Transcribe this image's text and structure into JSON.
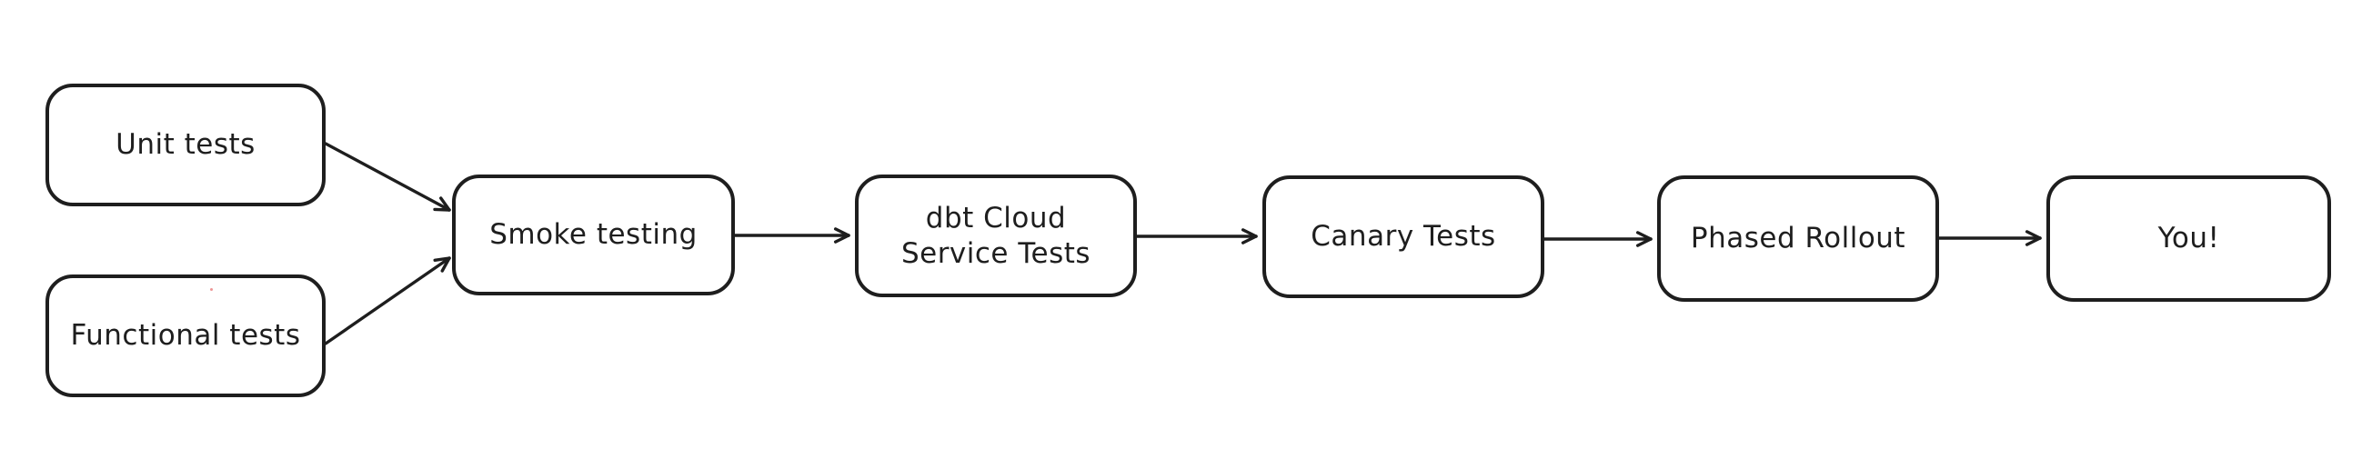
{
  "diagram": {
    "background_color": "#ffffff",
    "stroke_color": "#1e1e1e",
    "node_fill_color": "#ffffff",
    "style": "hand-drawn-flowchart",
    "nodes": [
      {
        "id": "unit-tests",
        "label": "Unit tests"
      },
      {
        "id": "functional-tests",
        "label": "Functional tests"
      },
      {
        "id": "smoke-testing",
        "label": "Smoke testing"
      },
      {
        "id": "dbt-cloud-service-tests",
        "label": "dbt Cloud\nService Tests"
      },
      {
        "id": "canary-tests",
        "label": "Canary Tests"
      },
      {
        "id": "phased-rollout",
        "label": "Phased Rollout"
      },
      {
        "id": "you",
        "label": "You!"
      }
    ],
    "edges": [
      {
        "from": "unit-tests",
        "to": "smoke-testing"
      },
      {
        "from": "functional-tests",
        "to": "smoke-testing"
      },
      {
        "from": "smoke-testing",
        "to": "dbt-cloud-service-tests"
      },
      {
        "from": "dbt-cloud-service-tests",
        "to": "canary-tests"
      },
      {
        "from": "canary-tests",
        "to": "phased-rollout"
      },
      {
        "from": "phased-rollout",
        "to": "you"
      }
    ]
  }
}
